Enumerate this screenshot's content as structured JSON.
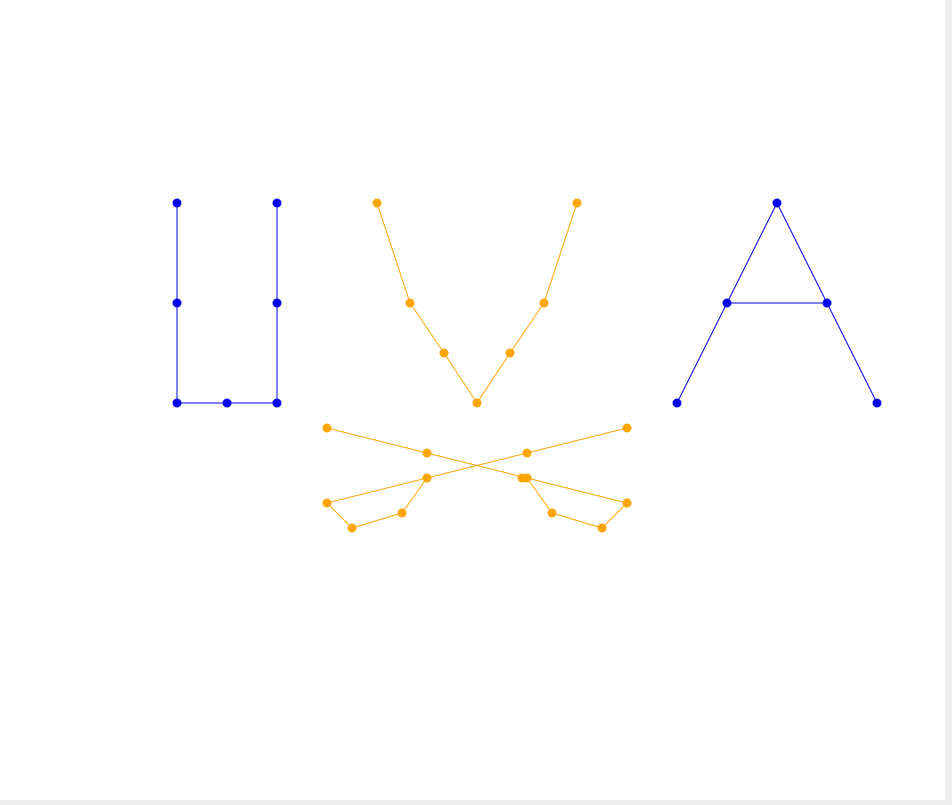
{
  "colors": {
    "blue": "#0000ee",
    "orange": "#ffa500",
    "canvas": "#ffffff",
    "frame": "#efefef"
  },
  "graph": {
    "letters": [
      {
        "name": "U",
        "color": "blue",
        "nodes": [
          [
            0,
            4
          ],
          [
            0,
            2
          ],
          [
            0,
            0
          ],
          [
            1,
            0
          ],
          [
            2,
            0
          ],
          [
            2,
            2
          ],
          [
            2,
            4
          ]
        ],
        "edges": [
          [
            0,
            1
          ],
          [
            1,
            2
          ],
          [
            2,
            3
          ],
          [
            3,
            4
          ],
          [
            4,
            5
          ],
          [
            5,
            6
          ]
        ]
      },
      {
        "name": "V",
        "color": "orange",
        "nodes": [
          [
            4,
            4
          ],
          [
            4.66,
            2
          ],
          [
            5.34,
            1
          ],
          [
            6,
            0
          ],
          [
            6.66,
            1
          ],
          [
            7.34,
            2
          ],
          [
            8,
            4
          ]
        ],
        "edges": [
          [
            0,
            1
          ],
          [
            1,
            2
          ],
          [
            2,
            3
          ],
          [
            3,
            4
          ],
          [
            4,
            5
          ],
          [
            5,
            6
          ]
        ]
      },
      {
        "name": "A",
        "color": "blue",
        "nodes": [
          [
            10,
            0
          ],
          [
            11,
            2
          ],
          [
            12,
            4
          ],
          [
            13,
            2
          ],
          [
            14,
            0
          ]
        ],
        "edges": [
          [
            0,
            1
          ],
          [
            1,
            2
          ],
          [
            2,
            3
          ],
          [
            3,
            4
          ],
          [
            1,
            3
          ]
        ]
      },
      {
        "name": "swords",
        "color": "orange",
        "nodes": [
          [
            3,
            -0.5
          ],
          [
            5,
            -1
          ],
          [
            7,
            -1.5
          ],
          [
            9,
            -2
          ],
          [
            9,
            -0.5
          ],
          [
            7,
            -1
          ],
          [
            5,
            -1.5
          ],
          [
            3,
            -2
          ],
          [
            3.5,
            -2.5
          ],
          [
            4.5,
            -2.2
          ],
          [
            5,
            -1.5
          ],
          [
            9,
            -2
          ],
          [
            8.5,
            -2.5
          ],
          [
            7.5,
            -2.2
          ],
          [
            7,
            -1.5
          ],
          [
            6.9,
            -1.5
          ]
        ],
        "edges": [
          [
            0,
            1
          ],
          [
            1,
            2
          ],
          [
            2,
            3
          ],
          [
            4,
            5
          ],
          [
            5,
            6
          ],
          [
            6,
            7
          ],
          [
            7,
            8
          ],
          [
            8,
            9
          ],
          [
            9,
            10
          ],
          [
            11,
            12
          ],
          [
            12,
            13
          ],
          [
            13,
            14
          ],
          [
            14,
            15
          ]
        ]
      }
    ]
  }
}
